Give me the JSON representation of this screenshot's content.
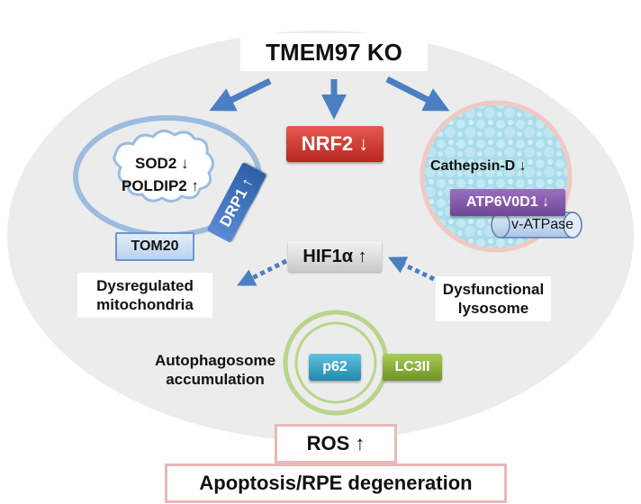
{
  "title": "TMEM97 KO",
  "nrf2": "NRF2 ↓",
  "mitochondria": {
    "sod2": "SOD2 ↓",
    "poldip2": "POLDIP2 ↑",
    "drp1": "DRP1 ↑",
    "tom20": "TOM20",
    "caption_line1": "Dysregulated",
    "caption_line2": "mitochondria"
  },
  "lysosome": {
    "cathepsin": "Cathepsin-D ↓",
    "atp6v0d1": "ATP6V0D1 ↓",
    "vatpase": "v-ATPase",
    "caption_line1": "Dysfunctional",
    "caption_line2": "lysosome"
  },
  "hif1a": "HIF1α ↑",
  "autophagosome": {
    "caption_line1": "Autophagosome",
    "caption_line2": "accumulation",
    "p62": "p62",
    "lc3": "LC3II"
  },
  "ros": "ROS ↑",
  "outcome": "Apoptosis/RPE degeneration",
  "colors": {
    "ellipse": "#ececec",
    "arrow": "#4a7fc1",
    "nrf2": "#d93a32",
    "drp1": "#3f72c4",
    "atp6v0d1": "#8a5fb0",
    "tom20": "#cde0f5",
    "p62": "#39a9cf",
    "lc3": "#8cb33d",
    "outer_box": "#e8b8b8",
    "mito_outline": "#9bbcdf",
    "lyso_fill": "#a9dcea",
    "auto_ring": "#b8d58a"
  },
  "icons": [
    "mitochondrion-icon",
    "lysosome-icon",
    "autophagosome-icon",
    "arrow-down-icon",
    "dashed-arrow-icon"
  ]
}
